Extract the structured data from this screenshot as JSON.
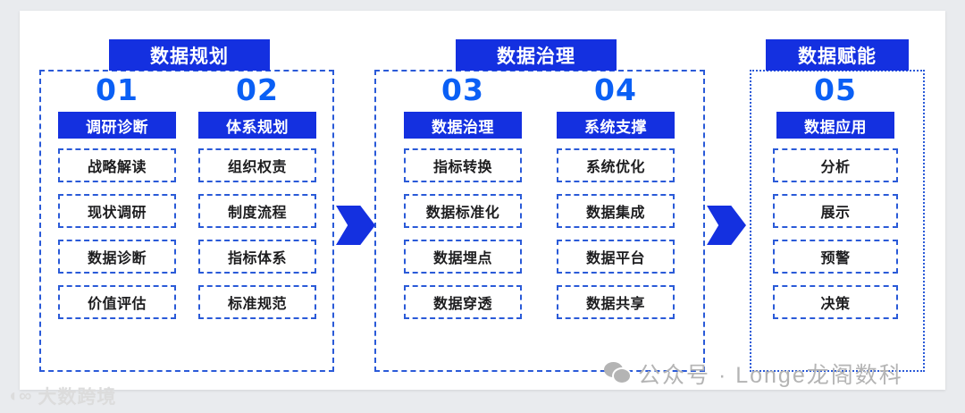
{
  "diagram": {
    "title": "数据规划 数据治理 数据赋能 流程图",
    "colors": {
      "primary_blue": "#1430e0",
      "number_blue": "#0a5ff5",
      "dashed_border": "#2a5ad8",
      "text_dark": "#1d1d1f",
      "card_bg": "#ffffff",
      "page_bg": "#e9ebee",
      "watermark_gray": "#b4b4b4"
    },
    "phases": [
      {
        "tab_label": "数据规划",
        "columns": [
          {
            "number": "01",
            "title": "调研诊断",
            "items": [
              "战略解读",
              "现状调研",
              "数据诊断",
              "价值评估"
            ]
          },
          {
            "number": "02",
            "title": "体系规划",
            "items": [
              "组织权责",
              "制度流程",
              "指标体系",
              "标准规范"
            ]
          }
        ]
      },
      {
        "tab_label": "数据治理",
        "columns": [
          {
            "number": "03",
            "title": "数据治理",
            "items": [
              "指标转换",
              "数据标准化",
              "数据埋点",
              "数据穿透"
            ]
          },
          {
            "number": "04",
            "title": "系统支撑",
            "items": [
              "系统优化",
              "数据集成",
              "数据平台",
              "数据共享"
            ]
          }
        ]
      },
      {
        "tab_label": "数据赋能",
        "columns": [
          {
            "number": "05",
            "title": "数据应用",
            "items": [
              "分析",
              "展示",
              "预警",
              "决策"
            ]
          }
        ]
      }
    ],
    "arrows": [
      {
        "name": "arrow-phase1-to-phase2"
      },
      {
        "name": "arrow-phase2-to-phase3"
      }
    ],
    "watermarks": {
      "right": {
        "icon": "wechat-icon",
        "text": "公众号 · Longe龙阁数科"
      },
      "left": {
        "icon": "brand-logo-icon",
        "text": "大数跨境"
      }
    }
  }
}
